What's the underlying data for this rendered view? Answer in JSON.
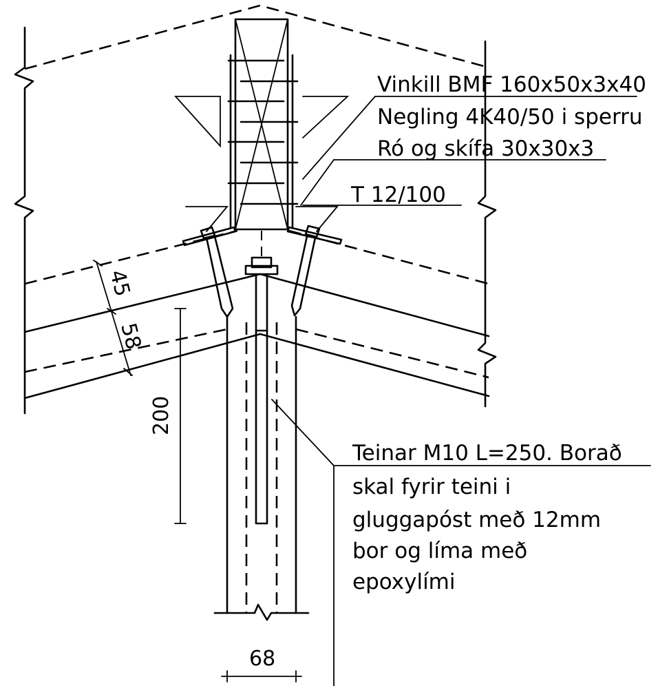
{
  "labels": {
    "vinkill": "Vinkill BMF 160x50x3x40",
    "negling": "Negling 4K40/50 i sperru",
    "ro": "Ró og skífa 30x30x3",
    "t": "T 12/100",
    "teinar_l1": "Teinar M10 L=250. Borað",
    "teinar_l2": "skal fyrir teini i",
    "teinar_l3": "gluggapóst með 12mm",
    "teinar_l4": "bor og líma með",
    "teinar_l5": "epoxylími"
  },
  "dimensions": {
    "d45": "45",
    "d58": "58",
    "d200": "200",
    "d68": "68"
  }
}
